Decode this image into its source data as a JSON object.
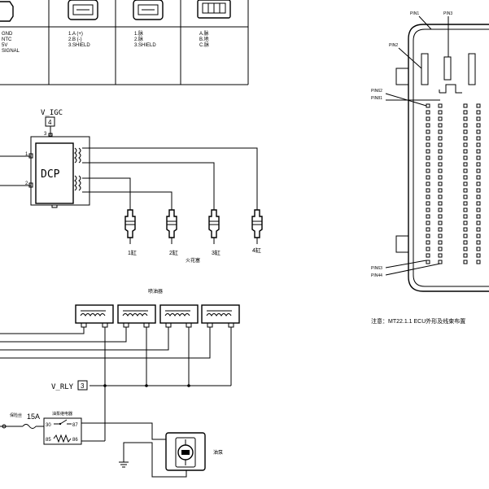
{
  "connectors": {
    "col1_lines": [
      "GND",
      "NTC",
      "5V",
      "SIGNAL"
    ],
    "col2_lines": [
      "1.A (+)",
      "2.B (-)",
      "3.SHIELD"
    ],
    "col3_lines": [
      "1.脉",
      "2.脉",
      "3.SHIELD"
    ],
    "col4_lines": [
      "A.脉",
      "B.地",
      "C.脉"
    ]
  },
  "ignition": {
    "supply_label": "V_IGC",
    "supply_pin": "4",
    "pin_top": "3",
    "pin_left1": "1",
    "pin_left2": "2",
    "module_label": "DCP",
    "plugs": [
      "1缸",
      "2缸",
      "3缸",
      "4缸"
    ],
    "plugs_caption": "火花塞"
  },
  "injectors": {
    "caption": "喷油器",
    "relay_supply_label": "V_RLY",
    "relay_supply_pin": "3",
    "fuse_caption": "保险丝",
    "fuse_rating": "15A",
    "relay_caption": "油泵继电器",
    "relay_pins": [
      "30",
      "87",
      "85",
      "86"
    ],
    "pump_caption": "油泵"
  },
  "ecu": {
    "pins_top": [
      "PIN1",
      "PIN3",
      "PIN2"
    ],
    "pins_side": [
      "PIN62",
      "PIN81",
      "PIN63",
      "PIN44"
    ],
    "note": "注意：MT22.1.1 ECU外形及线束布置"
  }
}
